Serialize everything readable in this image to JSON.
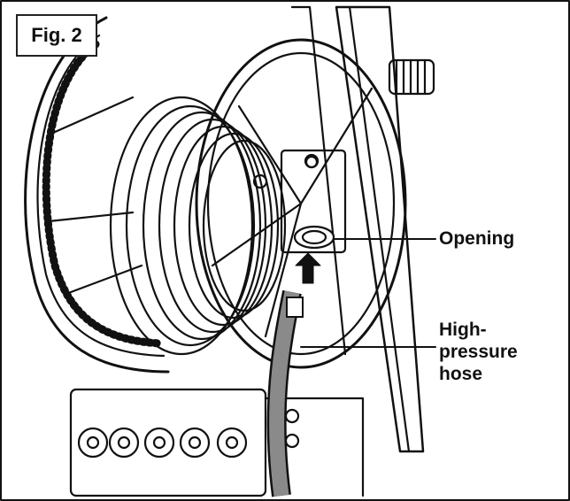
{
  "figure": {
    "label": "Fig. 2"
  },
  "callouts": {
    "opening": "Opening",
    "hose": [
      "High-",
      "pressure",
      "hose"
    ]
  },
  "colors": {
    "ink": "#111111",
    "hose_fill": "#8a8a8a",
    "background": "#ffffff"
  }
}
